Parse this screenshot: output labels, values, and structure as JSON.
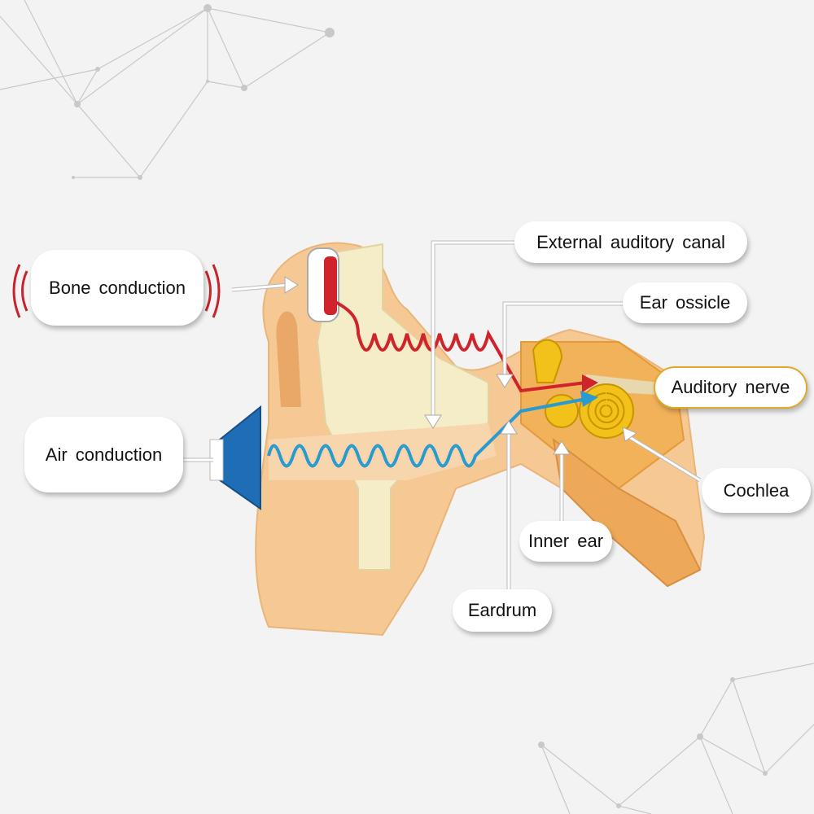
{
  "labels": {
    "bone_conduction": "Bone conduction",
    "air_conduction": "Air conduction",
    "external_auditory_canal": "External auditory canal",
    "ear_ossicle": "Ear ossicle",
    "auditory_nerve": "Auditory nerve",
    "cochlea": "Cochlea",
    "inner_ear": "Inner ear",
    "eardrum": "Eardrum"
  },
  "colors": {
    "bone_wave": "#d0242c",
    "air_wave": "#2a9ad0",
    "skin": "#f6c894",
    "bone": "#f5ecc8",
    "cochlea": "#f2c21a",
    "highlight_border": "#e0a92a"
  }
}
